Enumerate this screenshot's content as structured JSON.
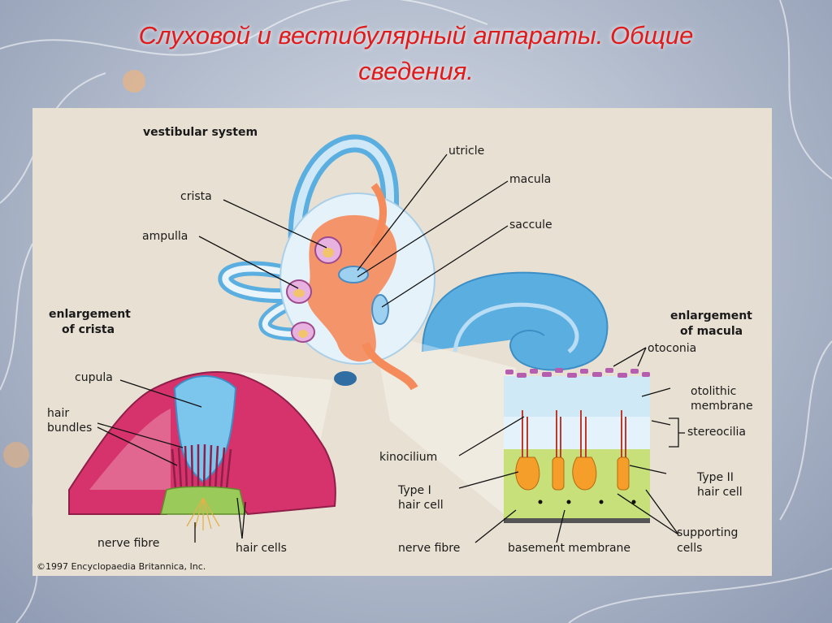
{
  "slide": {
    "title_line1": "Слуховой и вестибулярный аппараты. Общие",
    "title_line2": "сведения."
  },
  "diagram": {
    "heading_vestibular": "vestibular system",
    "heading_crista_1": "enlargement",
    "heading_crista_2": "of crista",
    "heading_macula_1": "enlargement",
    "heading_macula_2": "of macula",
    "labels": {
      "utricle": "utricle",
      "crista": "crista",
      "macula": "macula",
      "ampulla": "ampulla",
      "saccule": "saccule",
      "cupula": "cupula",
      "hair_bundles_1": "hair",
      "hair_bundles_2": "bundles",
      "nerve_fibre_left": "nerve fibre",
      "hair_cells": "hair cells",
      "otoconia": "otoconia",
      "otolithic_1": "otolithic",
      "otolithic_2": "membrane",
      "stereocilia": "stereocilia",
      "kinocilium": "kinocilium",
      "type1_1": "Type I",
      "type1_2": "hair cell",
      "type2_1": "Type II",
      "type2_2": "hair cell",
      "nerve_fibre_right": "nerve fibre",
      "basement_membrane": "basement membrane",
      "supporting_1": "supporting",
      "supporting_2": "cells"
    },
    "copyright": "©1997 Encyclopaedia Britannica, Inc."
  },
  "colors": {
    "title_red": "#e01b1b",
    "canal_blue": "#5aaee0",
    "endolymph_orange": "#f58a5a",
    "crista_magenta": "#d6336c",
    "cupula_blue": "#7cc6ee",
    "macula_green": "#c7e07a",
    "panel_beige": "#e8e0d2"
  }
}
